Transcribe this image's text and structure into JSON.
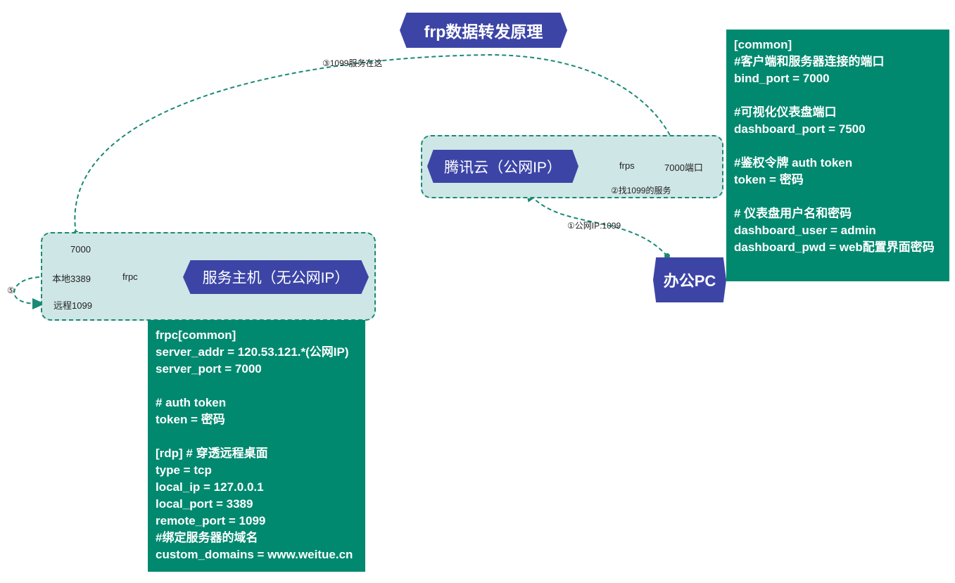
{
  "title": "frp数据转发原理",
  "tencent": {
    "label": "腾讯云（公网IP）",
    "frps": "frps",
    "port": "7000端口",
    "find_service": "②找1099的服务"
  },
  "host": {
    "label": "服务主机（无公网IP）",
    "frpc": "frpc",
    "ports": [
      "7000",
      "本地3389",
      "远程1099"
    ],
    "loop_label": "⑤"
  },
  "office": {
    "label": "办公PC"
  },
  "edges": {
    "service_here": "③1099服务在这",
    "public_ip": "①公网IP:1099"
  },
  "frps_config": [
    "[common]",
    "#客户端和服务器连接的端口",
    "bind_port = 7000",
    "",
    "#可视化仪表盘端口",
    "dashboard_port = 7500",
    "",
    "#鉴权令牌 auth token",
    "token = 密码",
    "",
    "# 仪表盘用户名和密码",
    "dashboard_user = admin",
    "dashboard_pwd = web配置界面密码"
  ],
  "frpc_config": [
    "frpc[common]",
    "server_addr = 120.53.121.*(公网IP)",
    "server_port = 7000",
    "",
    "# auth token",
    "token = 密码",
    "",
    "[rdp] # 穿透远程桌面",
    "type = tcp",
    "local_ip = 127.0.0.1",
    "local_port = 3389",
    "remote_port = 1099",
    "#绑定服务器的域名",
    "custom_domains = www.weitue.cn"
  ],
  "colors": {
    "node": "#3c45a6",
    "note": "#00896f",
    "dashed": "#1a8a75",
    "region": "#cfe6e6"
  }
}
